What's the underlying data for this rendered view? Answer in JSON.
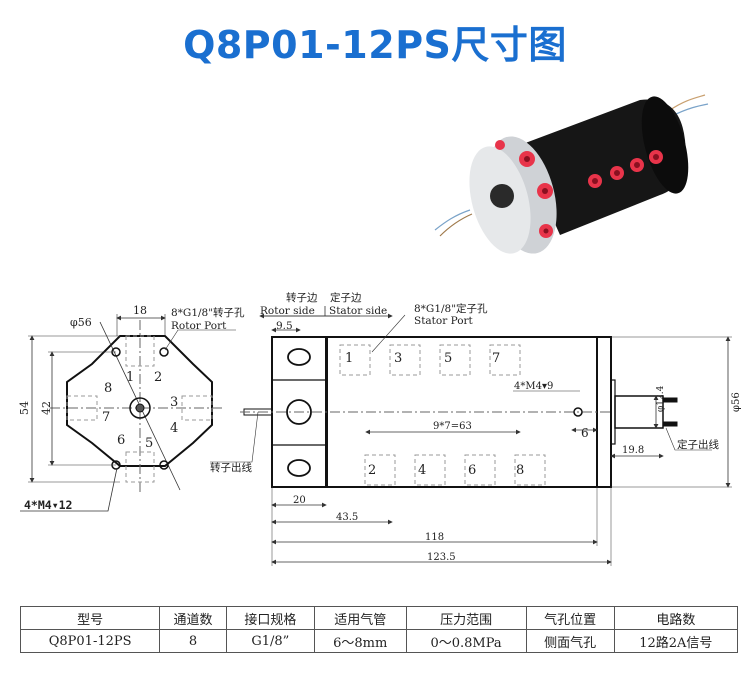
{
  "title": "Q8P01-12PS尺寸图",
  "front_view": {
    "diameter_label": "φ56",
    "width_label": "18",
    "height_outer_label": "54",
    "height_inner_label": "42",
    "port_note_cn": "8*G1/8\"转子孔",
    "port_note_en": "Rotor Port",
    "screw_note": "4*M4▾12",
    "port_numbers": [
      "1",
      "2",
      "3",
      "4",
      "5",
      "6",
      "7",
      "8"
    ]
  },
  "side_view": {
    "rotor_side_cn": "转子边",
    "stator_side_cn": "定子边",
    "rotor_side_en": "Rotor side",
    "stator_side_en": "Stator side",
    "stator_port_cn": "8*G1/8\"定子孔",
    "stator_port_en": "Stator Port",
    "rotor_wire_out": "转子出线",
    "stator_wire_out": "定子出线",
    "screw_note": "4*M4▾9",
    "top_ports": [
      "1",
      "3",
      "5",
      "7"
    ],
    "bottom_ports": [
      "2",
      "4",
      "6",
      "8"
    ],
    "dims": {
      "d9_5": "9.5",
      "pitch": "9*7=63",
      "d6": "6",
      "d12_4": "φ12.4",
      "d19_8": "19.8",
      "d56": "φ56",
      "d20": "20",
      "d43_5": "43.5",
      "d118": "118",
      "d123_5": "123.5"
    }
  },
  "spec_table": {
    "headers": [
      "型号",
      "通道数",
      "接口规格",
      "适用气管",
      "压力范围",
      "气孔位置",
      "电路数"
    ],
    "row": [
      "Q8P01-12PS",
      "8",
      "G1/8”",
      "6～8mm",
      "0～0.8MPa",
      "侧面气孔",
      "12路2A信号"
    ]
  },
  "colors": {
    "title": "#1a6fd0",
    "body_black": "#161616",
    "port_red": "#e8344a",
    "flange_silver": "#cfd2d6"
  }
}
